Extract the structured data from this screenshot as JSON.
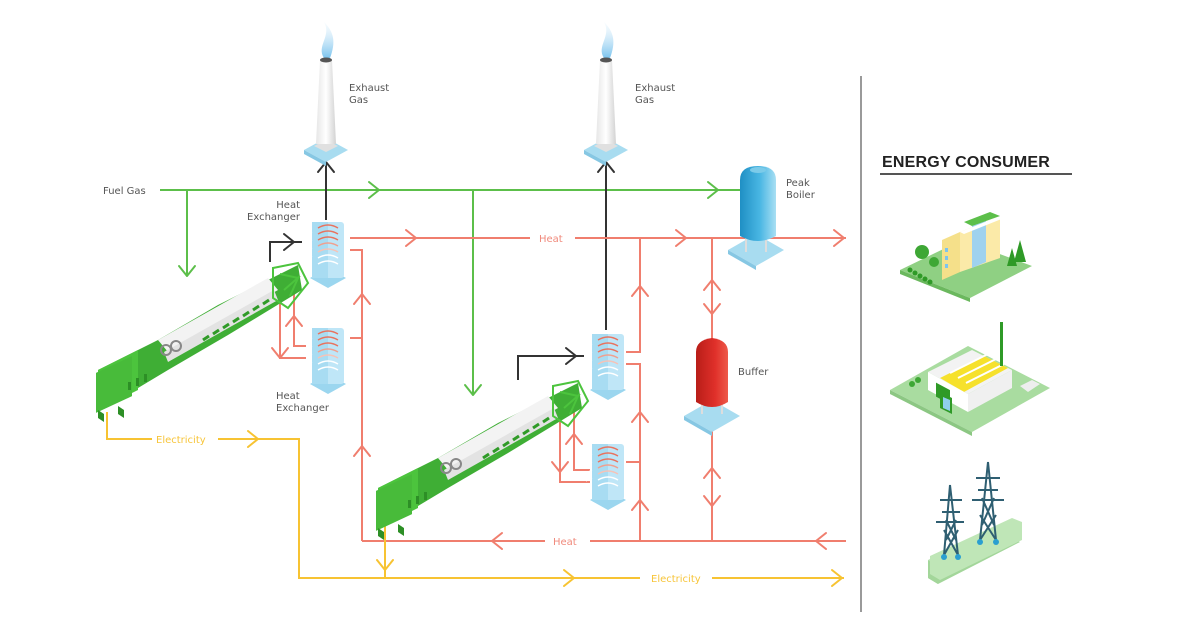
{
  "labels": {
    "exhaust_gas_1": [
      "Exhaust",
      "Gas"
    ],
    "exhaust_gas_2": [
      "Exhaust",
      "Gas"
    ],
    "fuel_gas": "Fuel Gas",
    "heat_exchanger_top": [
      "Heat",
      "Exchanger"
    ],
    "heat_exchanger_bottom": [
      "Heat",
      "Exchanger"
    ],
    "peak_boiler": [
      "Peak",
      "Boiler"
    ],
    "buffer": "Buffer",
    "heat_flow_top": "Heat",
    "heat_flow_bottom": "Heat",
    "electricity_left": "Electricity",
    "electricity_bottom": "Electricity"
  },
  "consumer_panel": {
    "title": "ENERGY CONSUMER",
    "consumers": [
      "building-icon",
      "factory-icon",
      "power-grid-icon"
    ]
  },
  "colors": {
    "fuel_gas": "#5cbf4a",
    "heat": "#f07e6e",
    "electricity": "#f7c332",
    "exhaust": "#333333",
    "engine": "#4cbb3c",
    "buffer": "#d42a22",
    "peak_boiler": "#2b9fd0"
  }
}
